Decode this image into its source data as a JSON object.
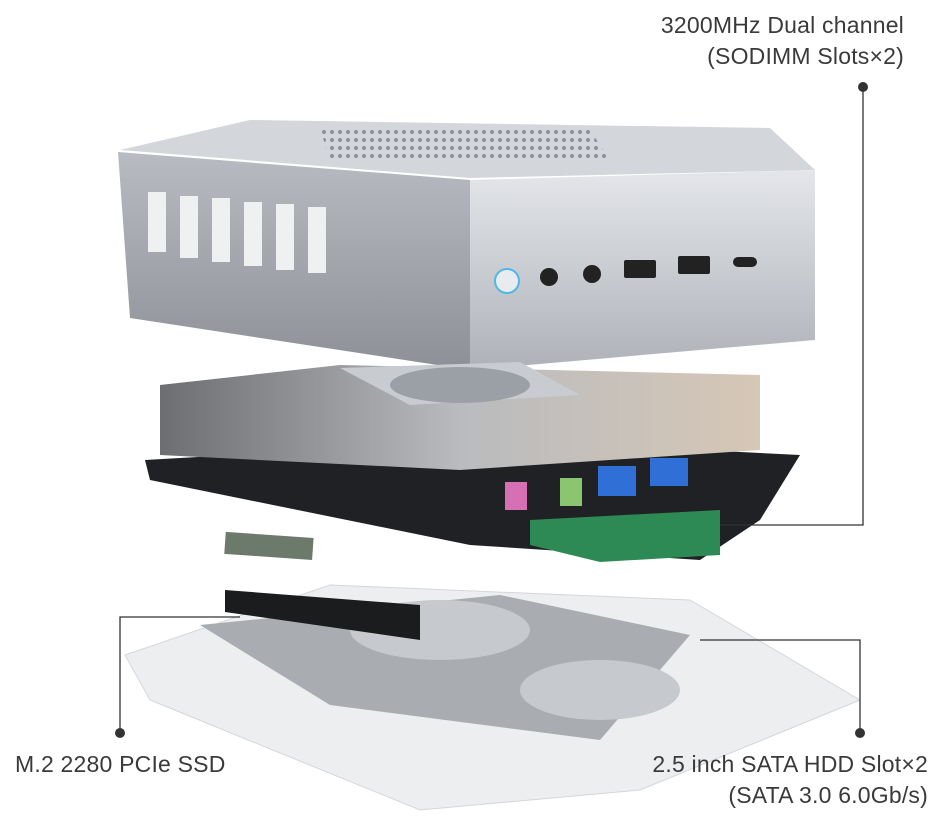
{
  "callouts": {
    "memory": {
      "line1": "3200MHz Dual channel",
      "line2": "(SODIMM Slots×2)"
    },
    "ssd": {
      "line1": "M.2 2280 PCIe SSD"
    },
    "hdd": {
      "line1": "2.5 inch SATA HDD Slot×2",
      "line2": "(SATA 3.0 6.0Gb/s)"
    }
  },
  "colors": {
    "text": "#3a3a3a",
    "callout_line": "#333333",
    "power_led": "#4fb8e8",
    "usb_blue": "#2f6fd6"
  }
}
